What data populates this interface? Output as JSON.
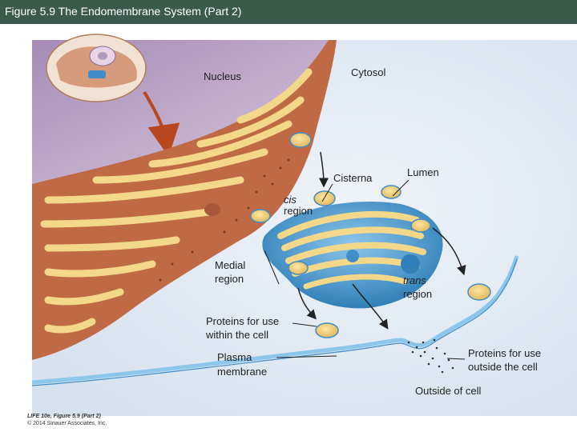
{
  "header": {
    "title": "Figure 5.9  The Endomembrane System (Part 2)"
  },
  "labels": {
    "nucleus": "Nucleus",
    "cytosol": "Cytosol",
    "lumen": "Lumen",
    "cisterna": "Cisterna",
    "cis_1": "cis",
    "cis_2": "region",
    "medial_1": "Medial",
    "medial_2": "region",
    "trans_1": "trans",
    "trans_2": "region",
    "proteins_within_1": "Proteins for use",
    "proteins_within_2": "within the cell",
    "plasma_1": "Plasma",
    "plasma_2": "membrane",
    "proteins_outside_1": "Proteins for use",
    "proteins_outside_2": "outside the cell",
    "outside_cell": "Outside of cell"
  },
  "credit": {
    "line1": "LIFE 10e, Figure 5.9 (Part 2)",
    "line2": "© 2014 Sinauer Associates, Inc."
  },
  "colors": {
    "titlebar": "#3a5a4a",
    "er": "#c06a45",
    "er_lumen": "#f3d88a",
    "golgi": "#5aa6d6",
    "golgi_dark": "#2f7fb8",
    "cytosol_bg": "#dfe9f3",
    "nucleus_bg": "#b89ac4"
  }
}
